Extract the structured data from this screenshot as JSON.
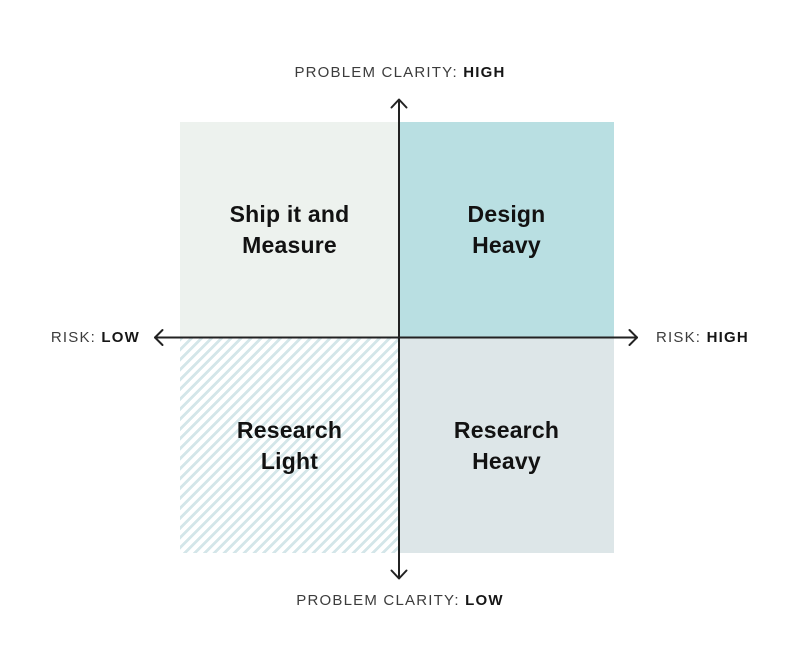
{
  "diagram": {
    "type": "quadrant-matrix",
    "axis_labels": {
      "top": {
        "prefix": "PROBLEM CLARITY:",
        "value": "HIGH"
      },
      "bottom": {
        "prefix": "PROBLEM CLARITY:",
        "value": "LOW"
      },
      "left": {
        "prefix": "RISK:",
        "value": "LOW"
      },
      "right": {
        "prefix": "RISK:",
        "value": "HIGH"
      }
    },
    "quadrants": {
      "top_left": {
        "label": "Ship it and Measure",
        "lines": [
          "Ship it and",
          "Measure"
        ]
      },
      "top_right": {
        "label": "Design Heavy",
        "lines": [
          "Design",
          "Heavy"
        ]
      },
      "bottom_left": {
        "label": "Research Light",
        "lines": [
          "Research",
          "Light"
        ]
      },
      "bottom_right": {
        "label": "Research Heavy",
        "lines": [
          "Research",
          "Heavy"
        ]
      }
    },
    "colors": {
      "background": "#ffffff",
      "quad_top_left": "#edf2ee",
      "quad_top_right": "#b9dfe2",
      "quad_bottom_right": "#dde6e8",
      "quad_bottom_left_bg": "#ffffff",
      "hatch_line": "#d4e6e9",
      "axis_line": "#222222",
      "axis_text": "#3c3c3c",
      "axis_text_bold": "#161616",
      "quadrant_text": "#121212"
    }
  }
}
